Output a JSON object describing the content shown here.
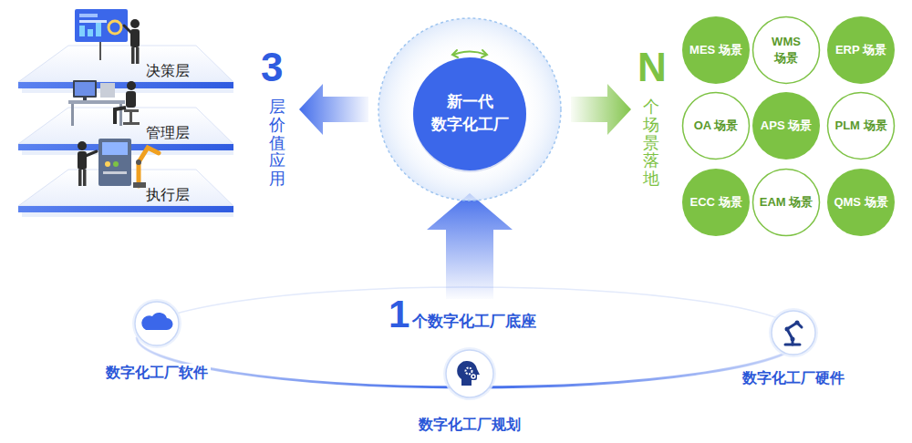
{
  "diagram": {
    "nodes": [
      {
        "text": [
          "决策层"
        ]
      },
      {
        "text": [
          "管理层"
        ]
      },
      {
        "text": [
          "执行层"
        ]
      },
      {
        "text": [
          "新一代 数字化工厂"
        ]
      },
      {
        "text": [
          "MES 场景"
        ]
      },
      {
        "text": [
          "WMS 场景"
        ]
      },
      {
        "text": [
          "ERP 场景"
        ]
      },
      {
        "text": [
          "OA 场景"
        ]
      },
      {
        "text": [
          "APS 场景"
        ]
      },
      {
        "text": [
          "PLM 场景"
        ]
      },
      {
        "text": [
          "ECC 场景"
        ]
      },
      {
        "text": [
          "EAM 场景"
        ]
      },
      {
        "text": [
          "QMS 场景"
        ]
      },
      {
        "text": [
          "数字化工厂软件"
        ]
      },
      {
        "text": [
          "数字化工厂规划"
        ]
      },
      {
        "text": [
          "数字化工厂硬件"
        ]
      }
    ],
    "labels": [
      "3",
      "层价值应用",
      "N",
      "个场景落地",
      "1",
      "个数字化工厂底座"
    ]
  }
}
